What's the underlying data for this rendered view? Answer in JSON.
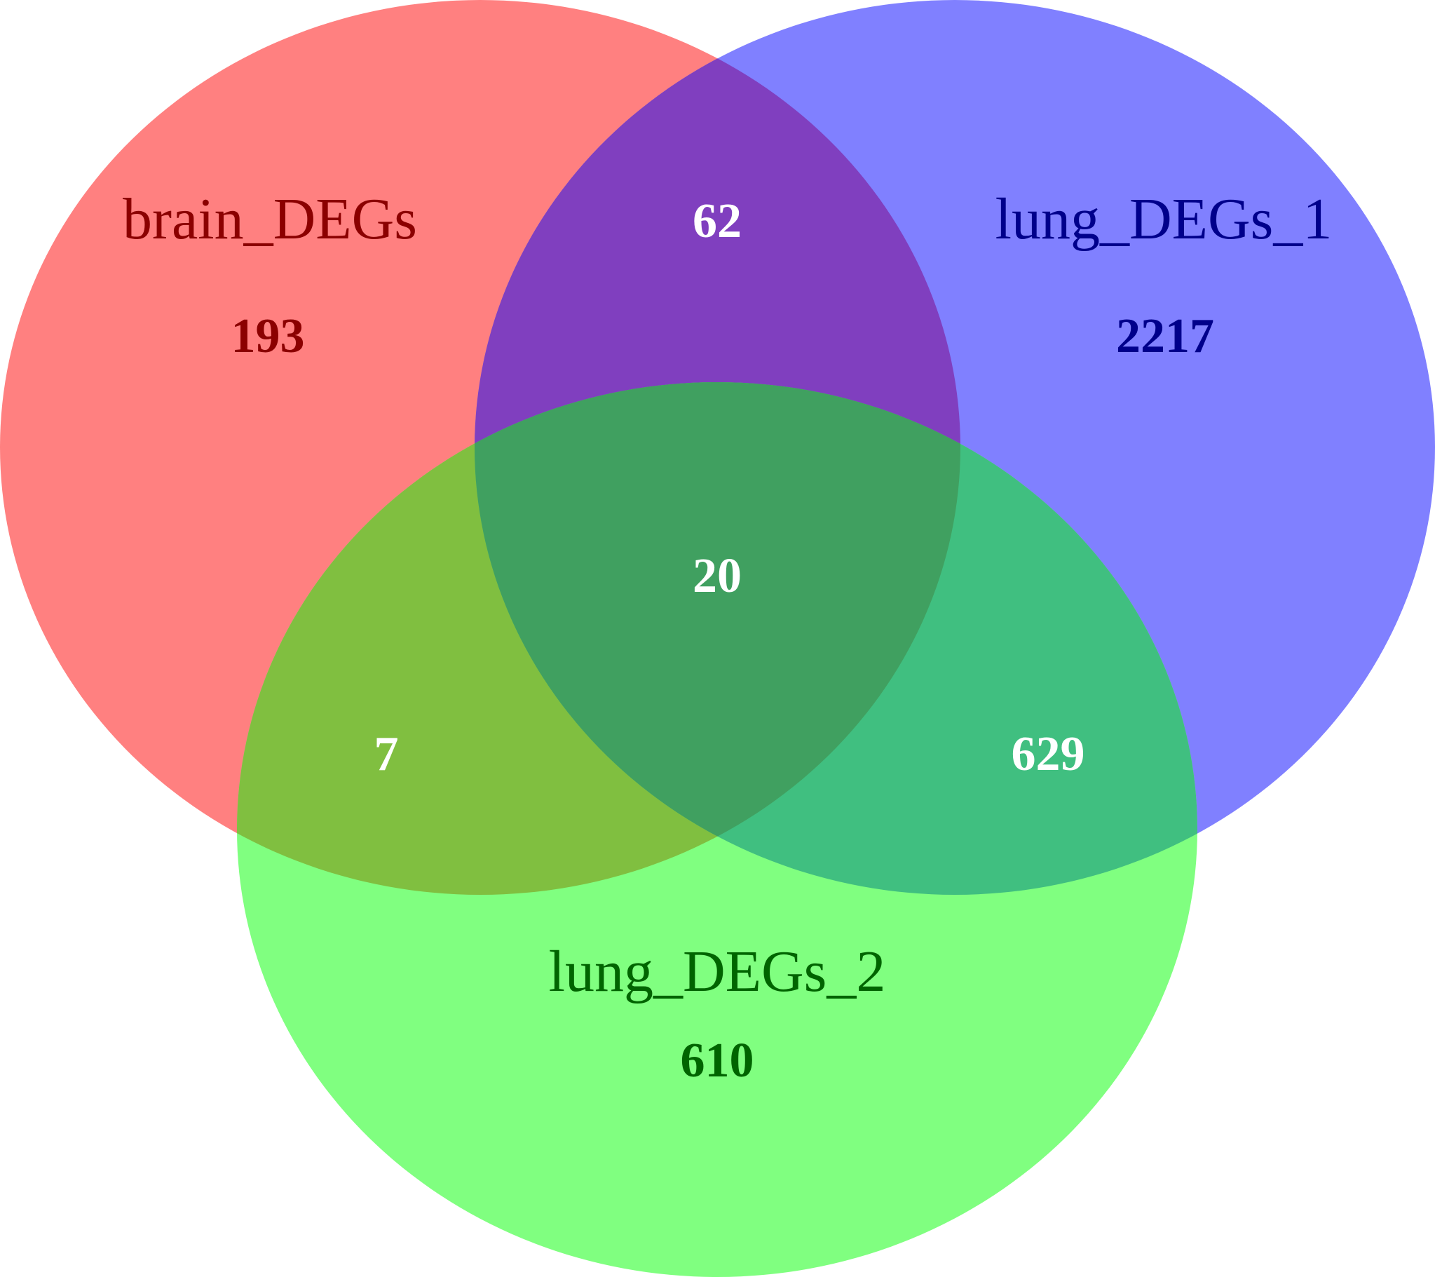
{
  "sets": {
    "brain": {
      "label": "brain_DEGs",
      "only_count": "193",
      "fill_color": "#FF8080",
      "text_color": "#8B0000"
    },
    "lung1": {
      "label": "lung_DEGs_1",
      "only_count": "2217",
      "fill_color": "#8080FF",
      "text_color": "#00008B"
    },
    "lung2": {
      "label": "lung_DEGs_2",
      "only_count": "610",
      "fill_color": "#80FF80",
      "text_color": "#006400"
    }
  },
  "intersections": {
    "brain_lung1": "62",
    "brain_lung2": "7",
    "lung1_lung2": "629",
    "all_three": "20"
  },
  "region_colors": {
    "brain_lung1": "#803FBF",
    "brain_lung2": "#80BF40",
    "lung1_lung2": "#40BF80",
    "all_three": "#40A060",
    "intersection_text": "#FFFFFF"
  }
}
